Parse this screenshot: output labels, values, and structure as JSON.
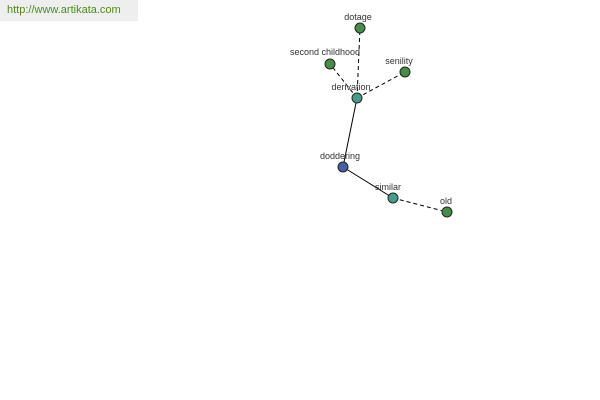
{
  "watermark": {
    "url": "http://www.artikata.com"
  },
  "graph": {
    "colors": {
      "root": "#4a5ea8",
      "hub": "#4a9a8e",
      "leaf": "#4a8a4a",
      "edge": "#000000",
      "label": "#333333"
    },
    "nodes": [
      {
        "id": "doddering",
        "label": "doddering",
        "kind": "root"
      },
      {
        "id": "derivation",
        "label": "derivation",
        "kind": "hub"
      },
      {
        "id": "similar",
        "label": "similar",
        "kind": "hub"
      },
      {
        "id": "dotage",
        "label": "dotage",
        "kind": "leaf"
      },
      {
        "id": "second-childhood",
        "label": "second childhood",
        "kind": "leaf"
      },
      {
        "id": "senility",
        "label": "senility",
        "kind": "leaf"
      },
      {
        "id": "old",
        "label": "old",
        "kind": "leaf"
      }
    ],
    "edges": [
      {
        "from": "doddering",
        "to": "derivation",
        "style": "solid"
      },
      {
        "from": "doddering",
        "to": "similar",
        "style": "solid"
      },
      {
        "from": "derivation",
        "to": "dotage",
        "style": "dashed"
      },
      {
        "from": "derivation",
        "to": "second-childhood",
        "style": "dashed"
      },
      {
        "from": "derivation",
        "to": "senility",
        "style": "dashed"
      },
      {
        "from": "similar",
        "to": "old",
        "style": "dashed"
      }
    ]
  }
}
